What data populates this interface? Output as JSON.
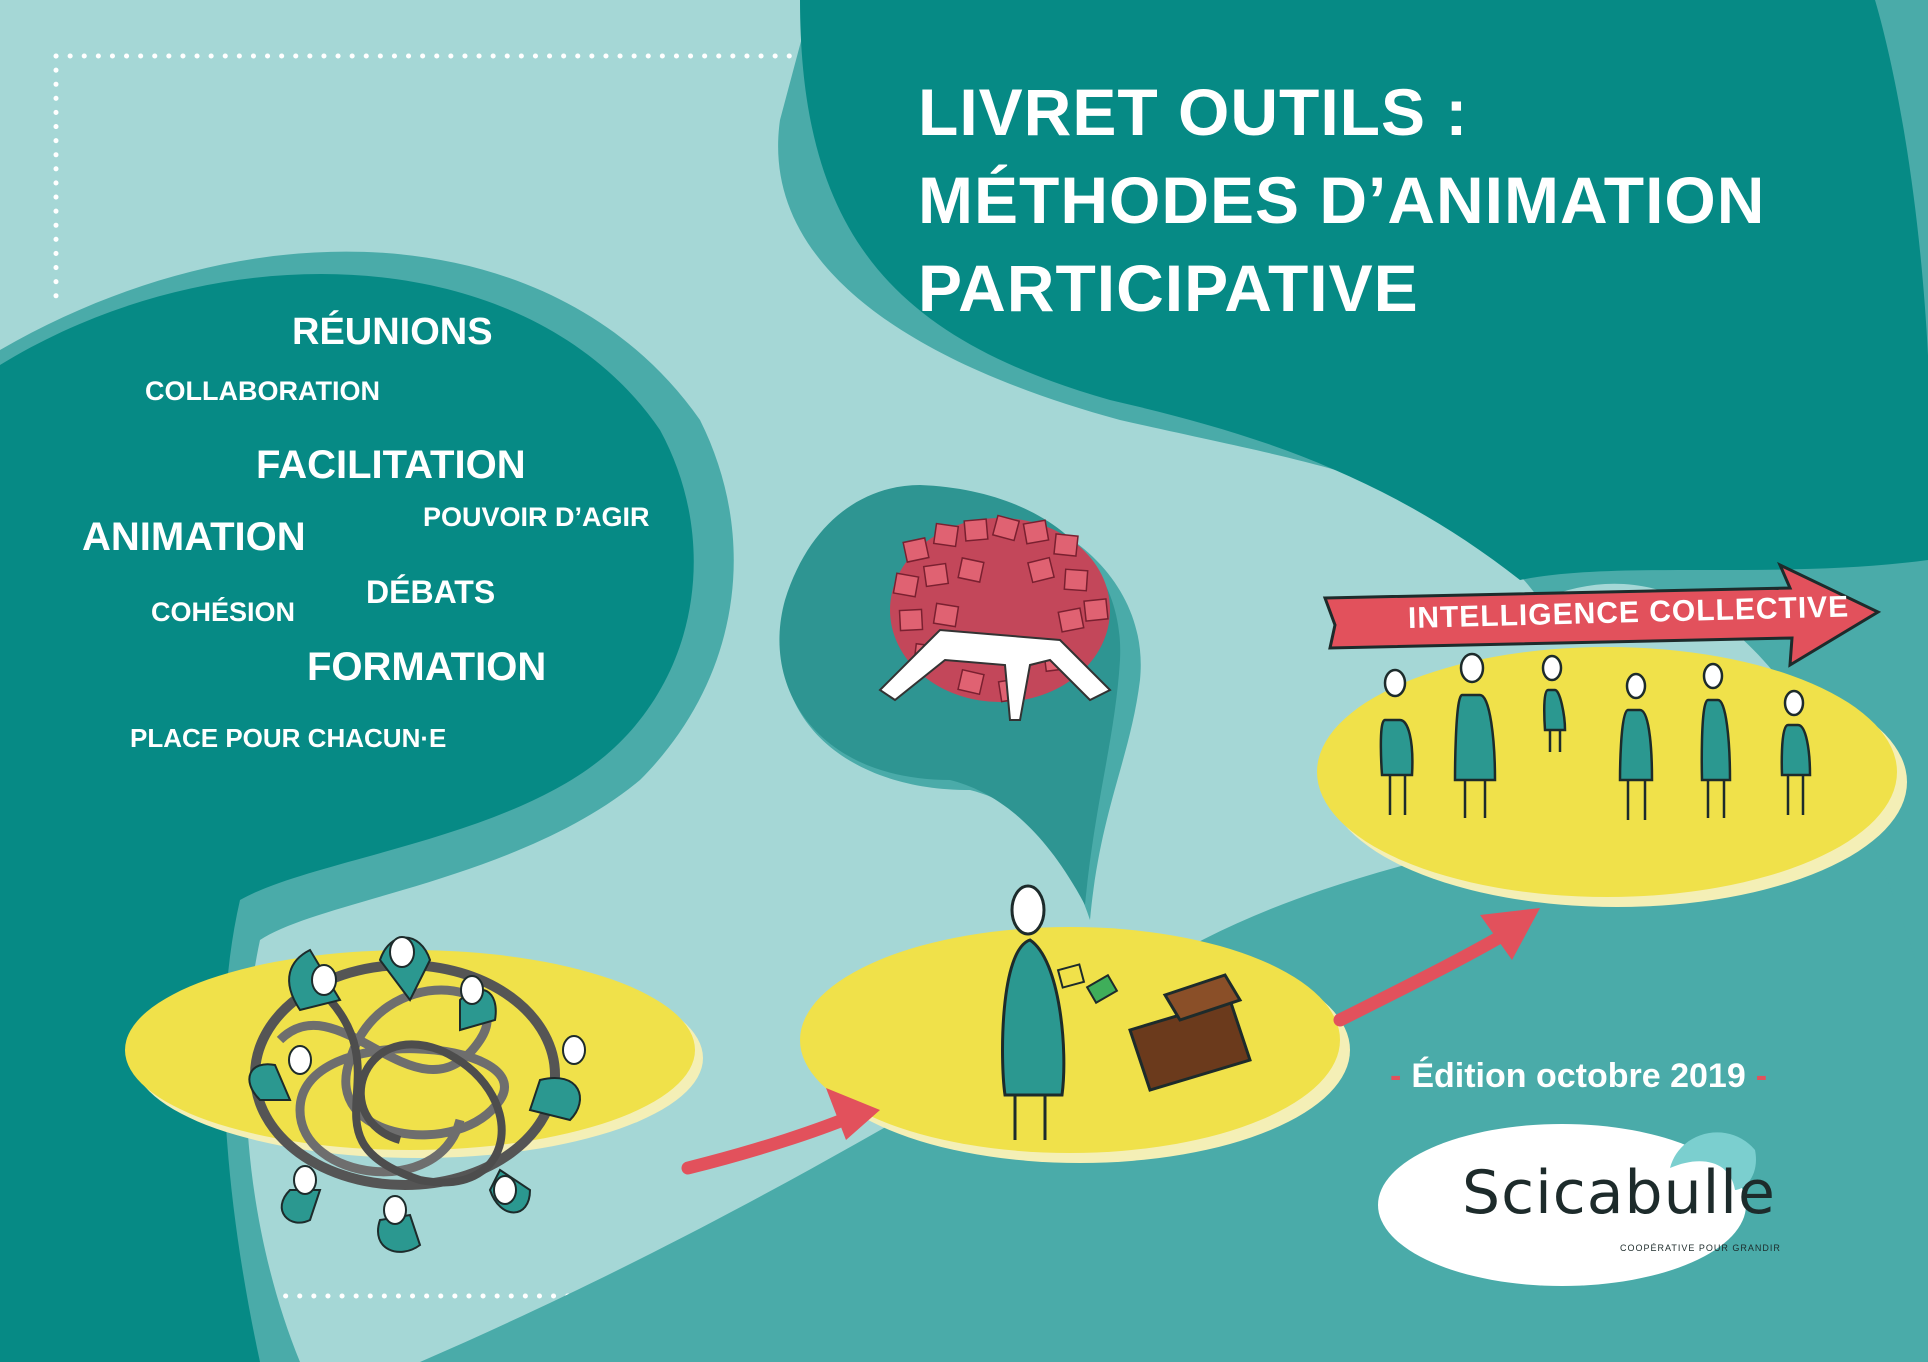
{
  "cover": {
    "title_lines": [
      "LIVRET OUTILS :",
      "MÉTHODES D’ANIMATION",
      "PARTICIPATIVE"
    ],
    "keywords": {
      "reunions": "RÉUNIONS",
      "collaboration": "COLLABORATION",
      "facilitation": "FACILITATION",
      "pouvoir": "POUVOIR D’AGIR",
      "animation": "ANIMATION",
      "debats": "DÉBATS",
      "cohesion": "COHÉSION",
      "formation": "FORMATION",
      "place": "PLACE POUR CHACUN·E"
    },
    "banner_text": "INTELLIGENCE COLLECTIVE",
    "edition": "Édition octobre 2019",
    "logo": {
      "name": "Scicabulle",
      "tagline": "COOPÉRATIVE POUR GRANDIR"
    }
  },
  "colors": {
    "background": "#a5d7d6",
    "teal_dark": "#068a85",
    "teal_mid": "#4aaba9",
    "yellow": "#f0e14a",
    "red": "#e2515c",
    "brown": "#6b3a1c"
  }
}
